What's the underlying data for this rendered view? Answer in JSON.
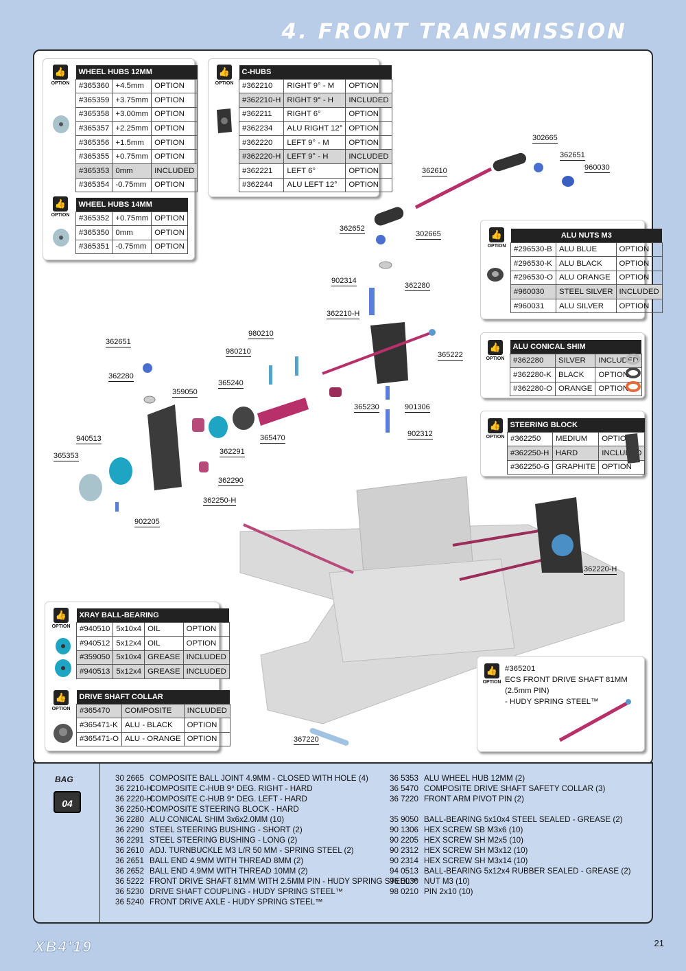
{
  "page_title": "4. FRONT TRANSMISSION",
  "option_label": "OPTION",
  "wheel_hubs_12": {
    "header": "WHEEL HUBS 12MM",
    "rows": [
      [
        "#365360",
        "+4.5mm",
        "OPTION"
      ],
      [
        "#365359",
        "+3.75mm",
        "OPTION"
      ],
      [
        "#365358",
        "+3.00mm",
        "OPTION"
      ],
      [
        "#365357",
        "+2.25mm",
        "OPTION"
      ],
      [
        "#365356",
        "+1.5mm",
        "OPTION"
      ],
      [
        "#365355",
        "+0.75mm",
        "OPTION"
      ],
      [
        "#365353",
        "0mm",
        "INCLUDED"
      ],
      [
        "#365354",
        "-0.75mm",
        "OPTION"
      ]
    ]
  },
  "wheel_hubs_14": {
    "header": "WHEEL HUBS 14MM",
    "rows": [
      [
        "#365352",
        "+0.75mm",
        "OPTION"
      ],
      [
        "#365350",
        "0mm",
        "OPTION"
      ],
      [
        "#365351",
        "-0.75mm",
        "OPTION"
      ]
    ]
  },
  "c_hubs": {
    "header": "C-HUBS",
    "rows": [
      [
        "#362210",
        "RIGHT 9° - M",
        "OPTION"
      ],
      [
        "#362210-H",
        "RIGHT 9° - H",
        "INCLUDED"
      ],
      [
        "#362211",
        "RIGHT 6°",
        "OPTION"
      ],
      [
        "#362234",
        "ALU RIGHT 12°",
        "OPTION"
      ],
      [
        "#362220",
        "LEFT 9° - M",
        "OPTION"
      ],
      [
        "#362220-H",
        "LEFT 9° - H",
        "INCLUDED"
      ],
      [
        "#362221",
        "LEFT 6°",
        "OPTION"
      ],
      [
        "#362244",
        "ALU LEFT 12°",
        "OPTION"
      ]
    ]
  },
  "alu_nuts": {
    "header": "ALU NUTS M3",
    "rows": [
      [
        "#296530-B",
        "ALU BLUE",
        "OPTION"
      ],
      [
        "#296530-K",
        "ALU BLACK",
        "OPTION"
      ],
      [
        "#296530-O",
        "ALU ORANGE",
        "OPTION"
      ],
      [
        "#960030",
        "STEEL SILVER",
        "INCLUDED"
      ],
      [
        "#960031",
        "ALU SILVER",
        "OPTION"
      ]
    ]
  },
  "conical_shim": {
    "header": "ALU CONICAL SHIM",
    "rows": [
      [
        "#362280",
        "SILVER",
        "INCLUDED"
      ],
      [
        "#362280-K",
        "BLACK",
        "OPTION"
      ],
      [
        "#362280-O",
        "ORANGE",
        "OPTION"
      ]
    ]
  },
  "steering_block": {
    "header": "STEERING BLOCK",
    "rows": [
      [
        "#362250",
        "MEDIUM",
        "OPTION"
      ],
      [
        "#362250-H",
        "HARD",
        "INCLUDED"
      ],
      [
        "#362250-G",
        "GRAPHITE",
        "OPTION"
      ]
    ]
  },
  "ball_bearing": {
    "header": "XRAY BALL-BEARING",
    "rows": [
      [
        "#940510",
        "5x10x4",
        "OIL",
        "OPTION"
      ],
      [
        "#940512",
        "5x12x4",
        "OIL",
        "OPTION"
      ],
      [
        "#359050",
        "5x10x4",
        "GREASE",
        "INCLUDED"
      ],
      [
        "#940513",
        "5x12x4",
        "GREASE",
        "INCLUDED"
      ]
    ]
  },
  "drive_shaft_collar": {
    "header": "DRIVE SHAFT COLLAR",
    "rows": [
      [
        "#365470",
        "COMPOSITE",
        "INCLUDED"
      ],
      [
        "#365471-K",
        "ALU - BLACK",
        "OPTION"
      ],
      [
        "#365471-O",
        "ALU - ORANGE",
        "OPTION"
      ]
    ]
  },
  "ecs_shaft": {
    "line1": "#365201",
    "line2": "ECS FRONT DRIVE SHAFT 81MM (2.5mm PIN)",
    "line3": "- HUDY SPRING STEEL™"
  },
  "callouts": [
    "302665",
    "362651",
    "960030",
    "362610",
    "362652",
    "302665",
    "362280",
    "902314",
    "362210-H",
    "365222",
    "980210",
    "980210",
    "362651",
    "362280",
    "365240",
    "359050",
    "365230",
    "901306",
    "902312",
    "940513",
    "365470",
    "362291",
    "365353",
    "362290",
    "362250-H",
    "902205",
    "362220-H",
    "367220"
  ],
  "bag": {
    "label": "BAG",
    "number": "04"
  },
  "parts_left": [
    [
      "30 2665",
      "COMPOSITE BALL JOINT 4.9MM - CLOSED WITH HOLE (4)"
    ],
    [
      "36 2210-H",
      "COMPOSITE C-HUB 9° DEG. RIGHT - HARD"
    ],
    [
      "36 2220-H",
      "COMPOSITE C-HUB 9° DEG. LEFT - HARD"
    ],
    [
      "36 2250-H",
      "COMPOSITE STEERING BLOCK - HARD"
    ],
    [
      "36 2280",
      "ALU CONICAL SHIM 3x6x2.0MM (10)"
    ],
    [
      "36 2290",
      "STEEL STEERING BUSHING - SHORT (2)"
    ],
    [
      "36 2291",
      "STEEL STEERING BUSHING - LONG (2)"
    ],
    [
      "36 2610",
      "ADJ. TURNBUCKLE M3 L/R 50 MM  - SPRING STEEL (2)"
    ],
    [
      "36 2651",
      "BALL END 4.9MM WITH THREAD 8MM (2)"
    ],
    [
      "36 2652",
      "BALL END 4.9MM WITH THREAD 10MM (2)"
    ],
    [
      "36 5222",
      "FRONT DRIVE SHAFT 81MM WITH 2.5MM PIN - HUDY SPRING STEEL™"
    ],
    [
      "36 5230",
      "DRIVE SHAFT COUPLING  - HUDY SPRING STEEL™"
    ],
    [
      "36 5240",
      "FRONT DRIVE AXLE - HUDY SPRING STEEL™"
    ]
  ],
  "parts_right": [
    [
      "36 5353",
      "ALU WHEEL HUB 12MM (2)"
    ],
    [
      "36 5470",
      "COMPOSITE DRIVE SHAFT SAFETY COLLAR (3)"
    ],
    [
      "36 7220",
      "FRONT ARM PIVOT PIN (2)"
    ],
    [
      "",
      ""
    ],
    [
      "35 9050",
      "BALL-BEARING 5x10x4 STEEL SEALED - GREASE  (2)"
    ],
    [
      "90 1306",
      "HEX SCREW  SB M3x6  (10)"
    ],
    [
      "90 2205",
      "HEX SCREW  SH M2x5  (10)"
    ],
    [
      "90 2312",
      "HEX SCREW  SH M3x12  (10)"
    ],
    [
      "90 2314",
      "HEX SCREW  SH M3x14  (10)"
    ],
    [
      "94 0513",
      "BALL-BEARING 5x12x4 RUBBER SEALED - GREASE (2)"
    ],
    [
      "96 0030",
      "NUT M3  (10)"
    ],
    [
      "98 0210",
      "PIN 2x10  (10)"
    ]
  ],
  "logo_text": "XB4'19",
  "page_number": "21"
}
